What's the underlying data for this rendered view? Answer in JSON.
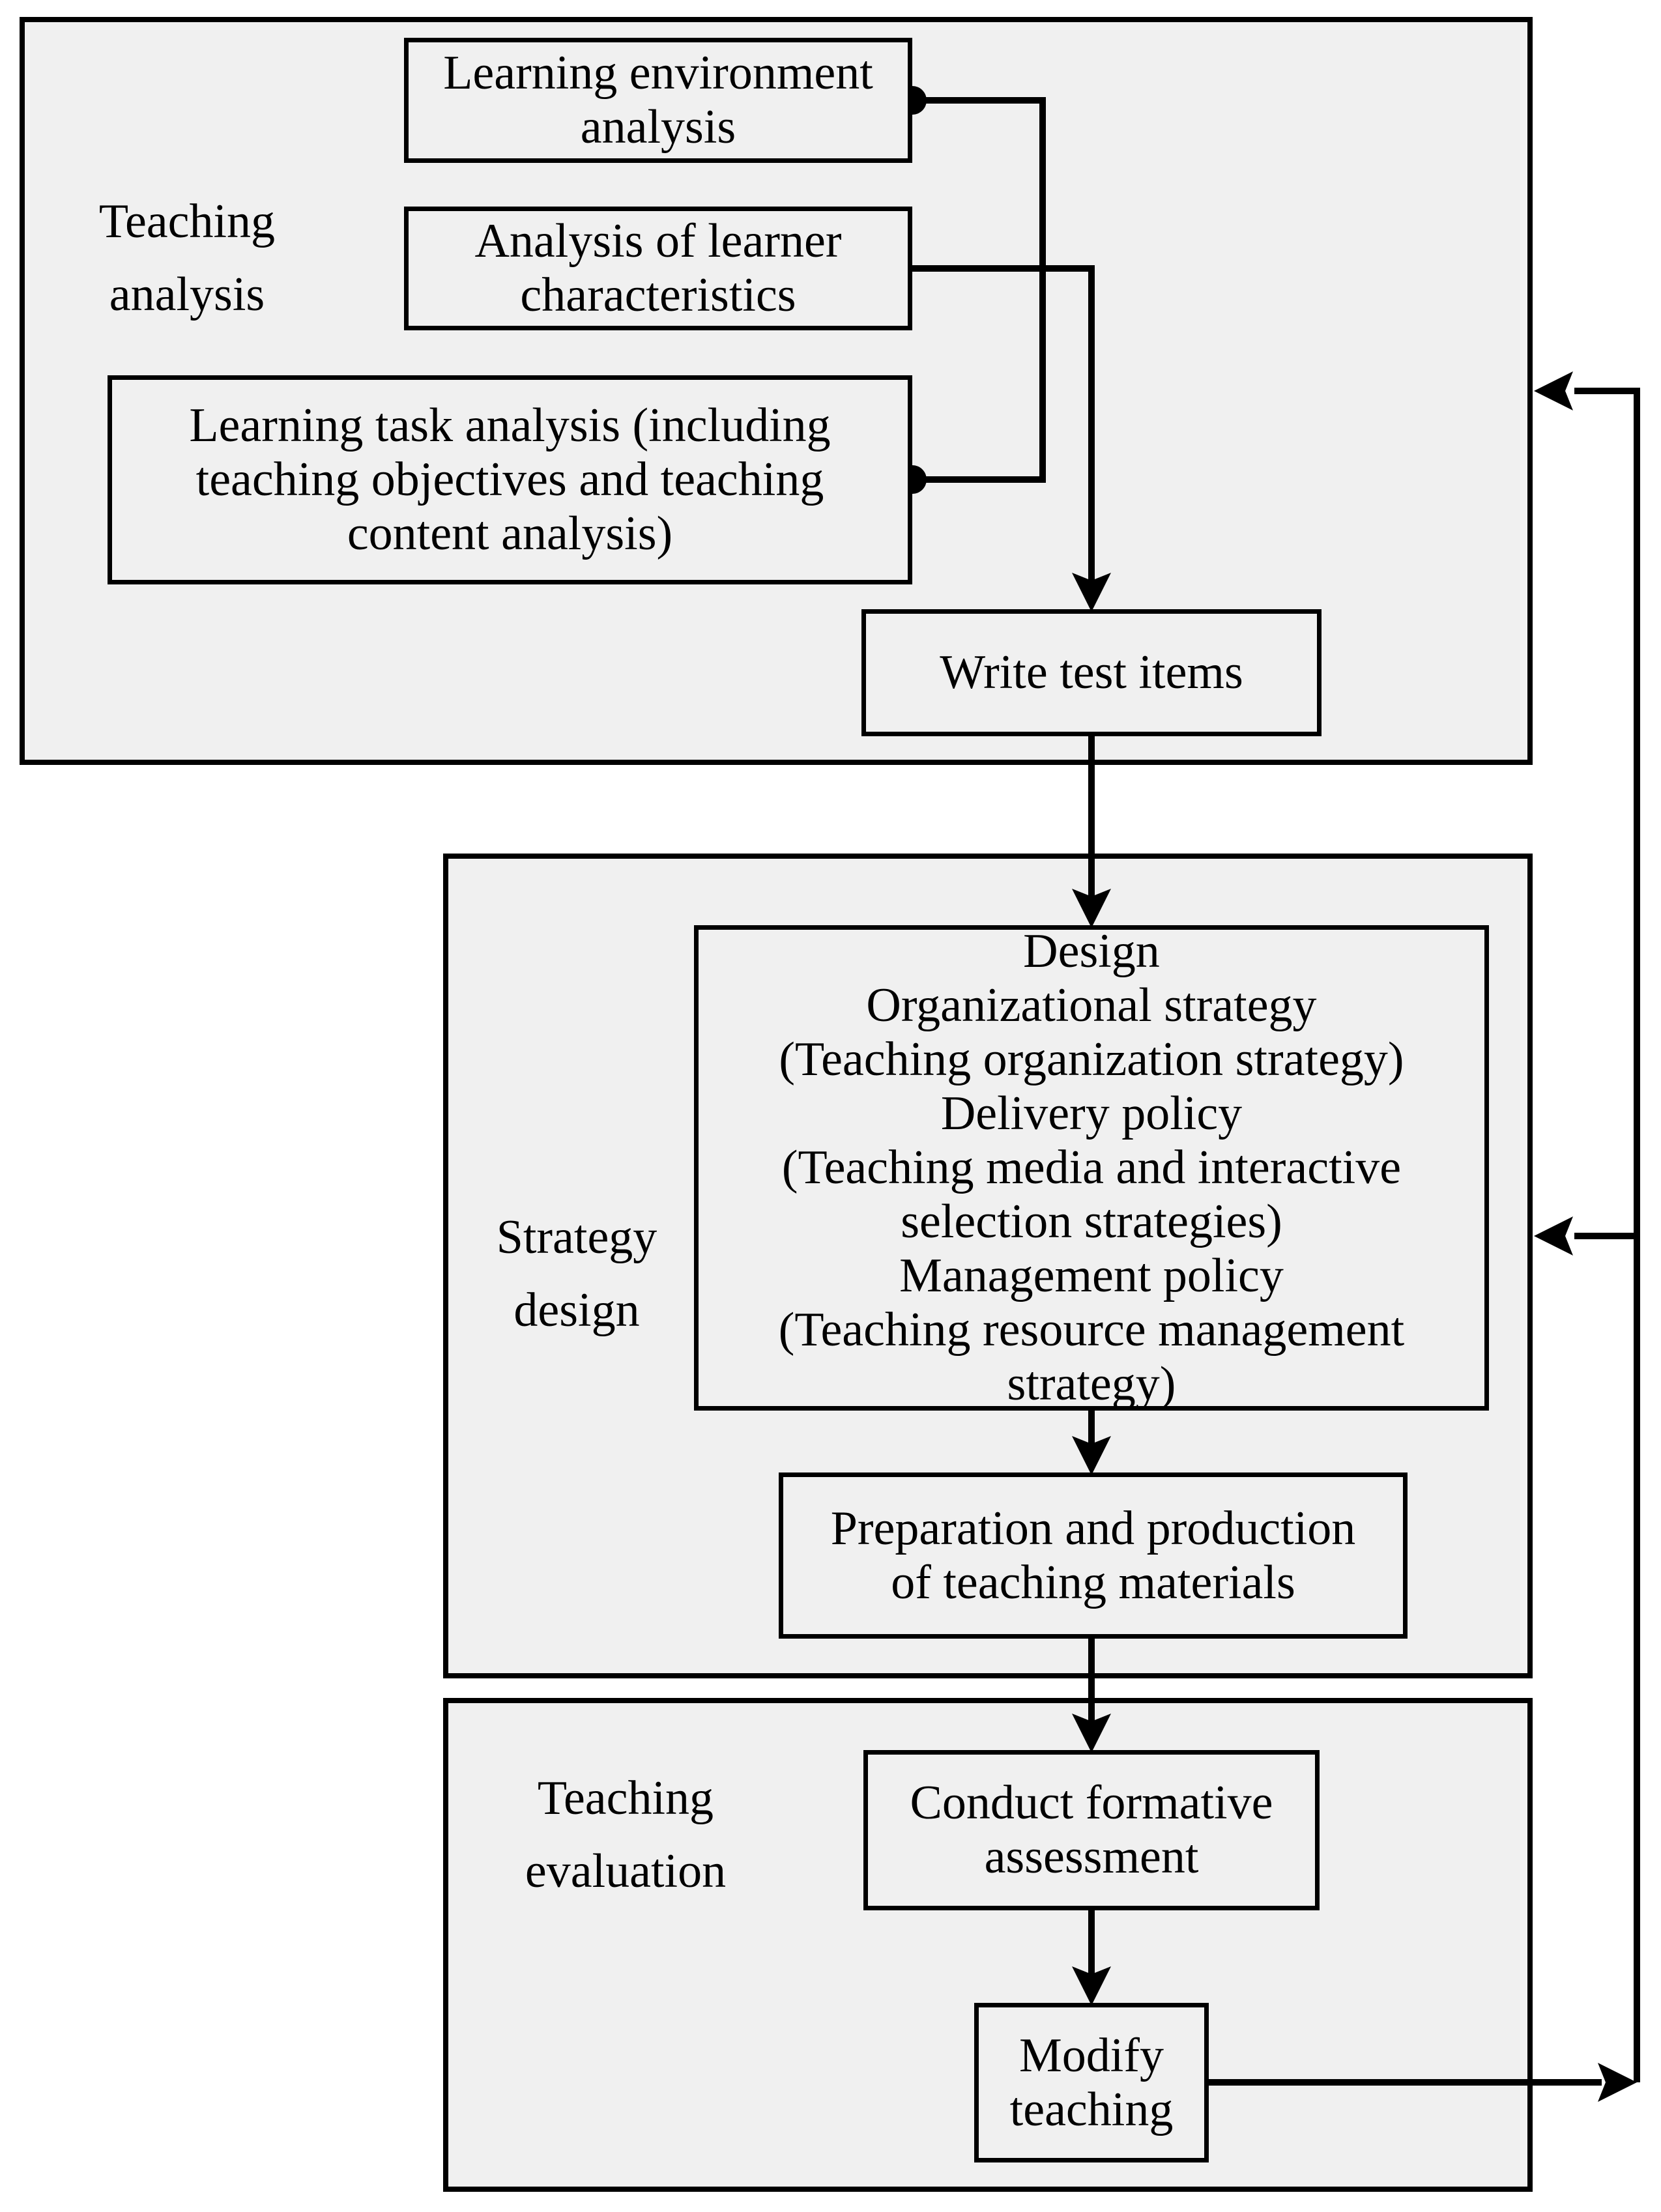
{
  "colors": {
    "background": "#ffffff",
    "panel_fill": "#f0f0f0",
    "line": "#000000"
  },
  "sections": {
    "teaching_analysis": {
      "label": "Teaching\nanalysis"
    },
    "strategy_design": {
      "label": "Strategy\ndesign"
    },
    "teaching_evaluation": {
      "label": "Teaching\nevaluation"
    }
  },
  "nodes": {
    "learning_environment": {
      "text": "Learning environment\nanalysis"
    },
    "learner_characteristics": {
      "text": "Analysis of learner\ncharacteristics"
    },
    "learning_task": {
      "text": "Learning task analysis (including\nteaching objectives and teaching\ncontent analysis)"
    },
    "write_test_items": {
      "text": "Write test items"
    },
    "design_strategy": {
      "text": "Design\nOrganizational strategy\n(Teaching organization strategy)\nDelivery policy\n(Teaching media and interactive\nselection strategies)\nManagement policy\n(Teaching resource management\nstrategy)"
    },
    "preparation_production": {
      "text": "Preparation and production\nof teaching materials"
    },
    "conduct_formative": {
      "text": "Conduct formative\nassessment"
    },
    "modify_teaching": {
      "text": "Modify\nteaching"
    }
  }
}
